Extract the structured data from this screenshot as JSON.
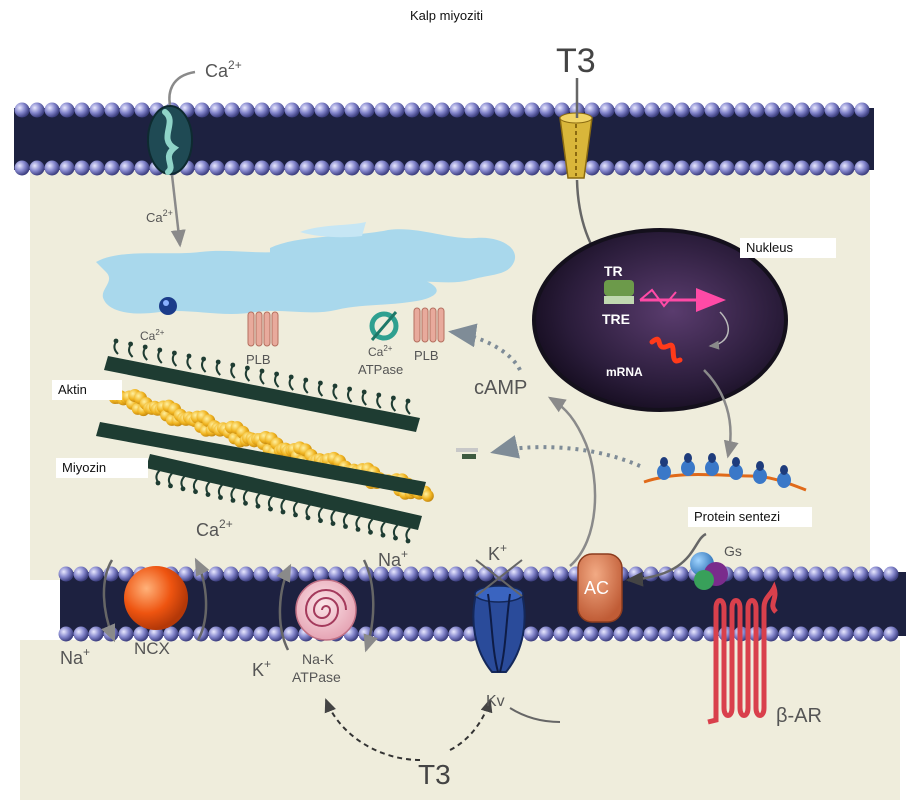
{
  "title": "Kalp miyoziti",
  "labels": {
    "nucleus": "Nukleus",
    "actin": "Aktin",
    "myosin": "Miyozin",
    "protein_synthesis": "Protein sentezi",
    "t3_top": "T3",
    "t3_bottom": "T3",
    "ca_top": "Ca",
    "ca_top_sup": "2+",
    "ca_inner": "Ca",
    "ca_inner_sup": "2+",
    "ca_sr": "Ca",
    "ca_sr_sup": "2+",
    "ca_atpase_ion": "Ca",
    "ca_atpase_ion_sup": "2+",
    "atpase": "ATPase",
    "plb_left": "PLB",
    "plb_right": "PLB",
    "camp": "cAMP",
    "tr": "TR",
    "tre": "TRE",
    "mrna": "mRNA",
    "gs": "Gs",
    "ac": "AC",
    "ncx": "NCX",
    "na_ncx": "Na",
    "na_ncx_sup": "+",
    "ca_ncx": "Ca",
    "ca_ncx_sup": "2+",
    "na_nak": "Na",
    "na_nak_sup": "+",
    "k_nak": "K",
    "k_nak_sup": "+",
    "nak_line1": "Na-K",
    "nak_line2": "ATPase",
    "k_kv": "K",
    "k_kv_sup": "+",
    "kv": "Kv",
    "beta_ar": "β-AR"
  },
  "colors": {
    "membrane_dark": "#1d2140",
    "membrane_head": "#7d7fc6",
    "cytoplasm": "#efeddc",
    "sr": "#a9d8ec",
    "nucleus": "#2a1c3a",
    "actin": "#e8a818",
    "myosin": "#1e3c32",
    "ncx": "#ee5410",
    "ac": "#d0704a",
    "beta_ar": "#d9404c",
    "kv": "#2a4b9a",
    "t3_channel": "#d9b63a",
    "arrow": "#8a8a8a",
    "text_gray": "#5a5a5a"
  }
}
